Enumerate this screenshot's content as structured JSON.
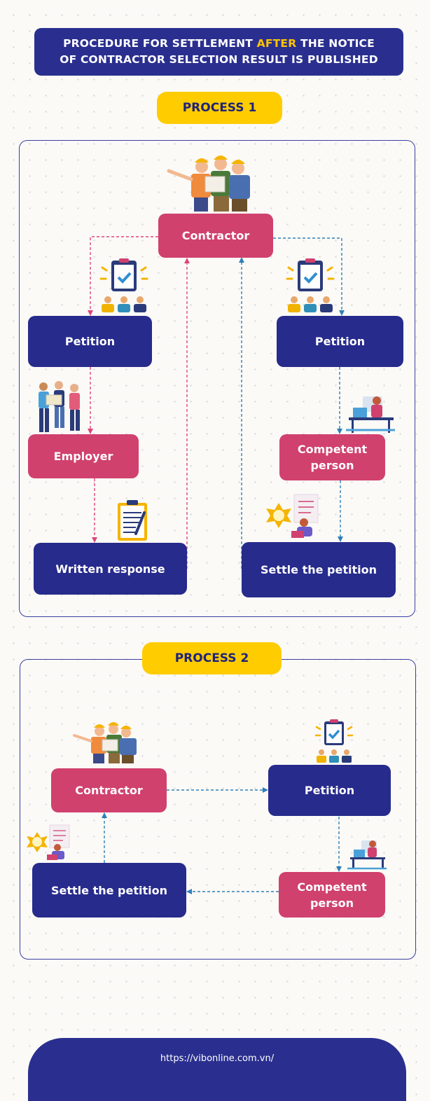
{
  "title": {
    "line1_pre": "PROCEDURE FOR SETTLEMENT ",
    "line1_highlight": "AFTER",
    "line1_post": " THE NOTICE",
    "line2": "OF CONTRACTOR SELECTION RESULT IS PUBLISHED"
  },
  "process1": {
    "label": "PROCESS 1",
    "contractor": "Contractor",
    "petition_left": "Petition",
    "employer": "Employer",
    "written_response": "Written response",
    "petition_right": "Petition",
    "competent_person": "Competent person",
    "settle": "Settle the petition"
  },
  "process2": {
    "label": "PROCESS 2",
    "contractor": "Contractor",
    "petition": "Petition",
    "competent_person": "Competent person",
    "settle": "Settle the petition"
  },
  "footer": {
    "url": "https://vibonline.com.vn/"
  },
  "colors": {
    "navy": "#272b8c",
    "pink": "#d0416e",
    "yellow": "#ffcc00",
    "pink_line": "#e0457a",
    "blue_line": "#2f7fb8"
  },
  "icons": [
    "workers-group-icon",
    "clipboard-team-icon",
    "meeting-people-icon",
    "document-pen-icon",
    "desk-worker-icon",
    "idea-review-icon"
  ]
}
